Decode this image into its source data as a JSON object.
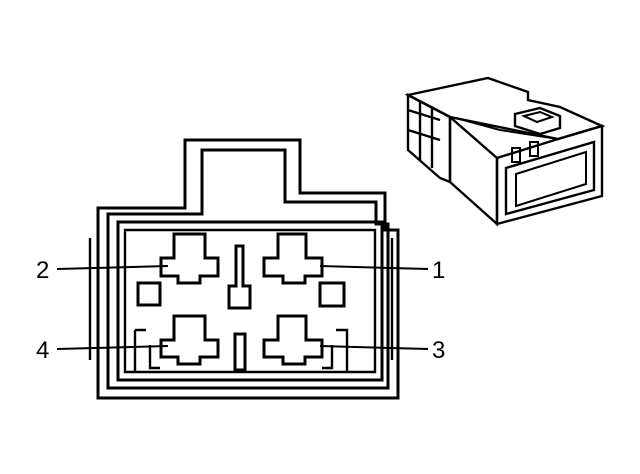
{
  "pins": {
    "pin_1": "1",
    "pin_2": "2",
    "pin_3": "3",
    "pin_4": "4"
  },
  "colors": {
    "line": "#000000",
    "background": "#ffffff"
  }
}
